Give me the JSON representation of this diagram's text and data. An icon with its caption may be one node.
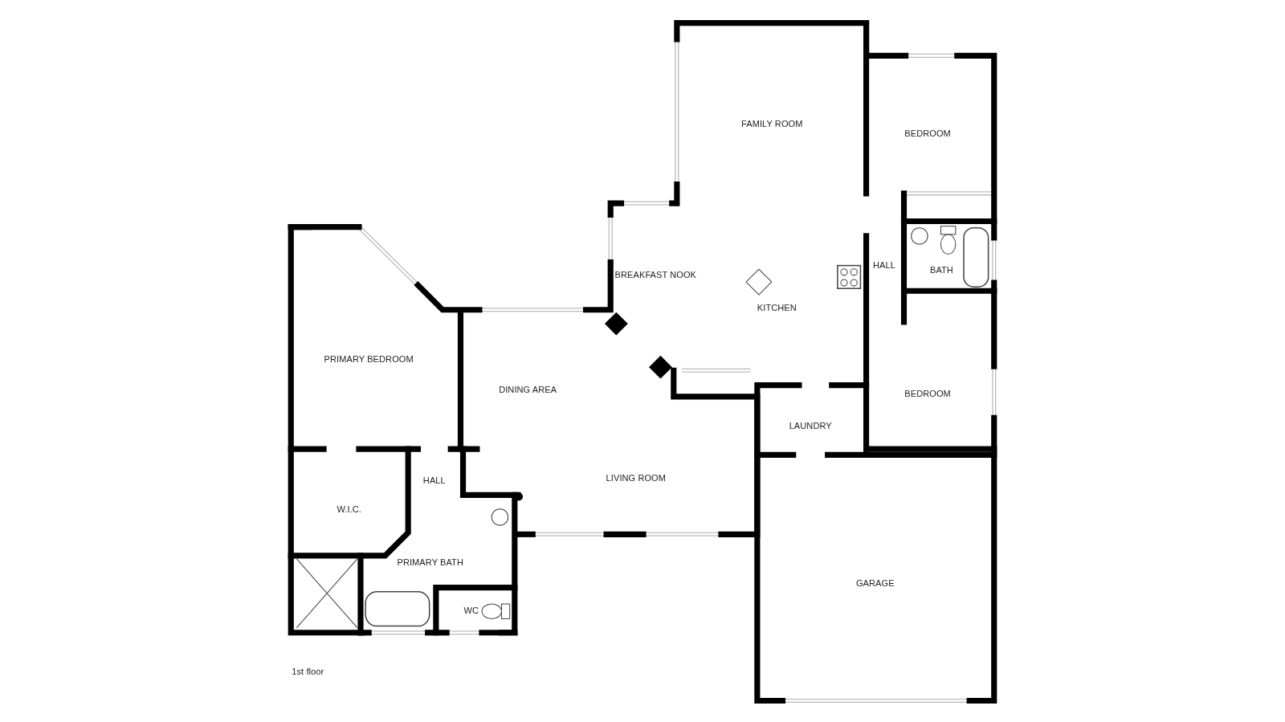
{
  "diagram": {
    "labels": [
      "FAMILY ROOM",
      "BEDROOM",
      "BREAKFAST NOOK",
      "KITCHEN",
      "HALL",
      "BATH",
      "PRIMARY BEDROOM",
      "DINING AREA",
      "BEDROOM",
      "LAUNDRY",
      "LIVING ROOM",
      "HALL",
      "W.I.C.",
      "PRIMARY BATH",
      "GARAGE",
      "WC",
      "1st floor"
    ]
  }
}
